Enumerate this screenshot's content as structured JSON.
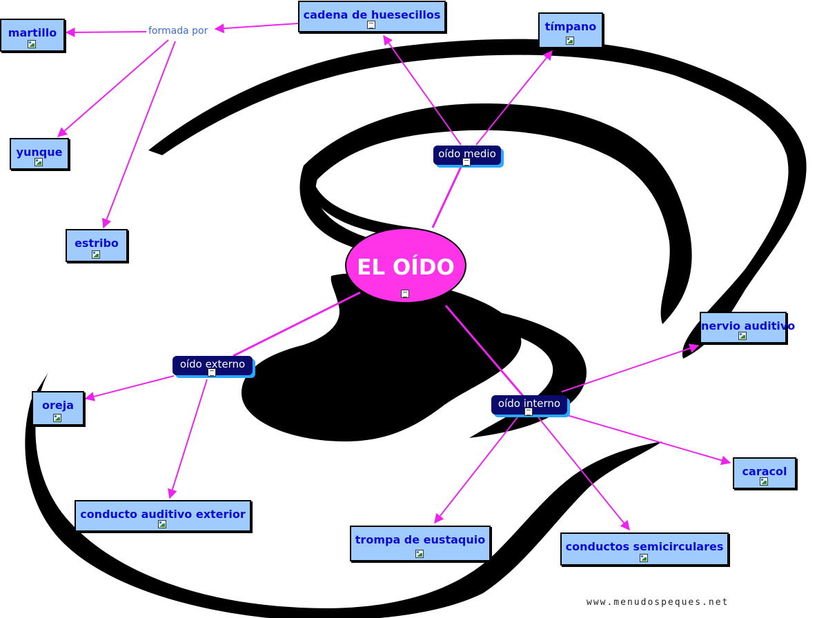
{
  "colors": {
    "concept_fill": "#9fcbff",
    "concept_text": "#0a0ad8",
    "subconcept_fill": "#0b0b6e",
    "subconcept_shadow": "#2aa7ff",
    "root_fill": "#ff33e8",
    "link_line": "#ee22ee",
    "linking_phrase": "#3b6ad6",
    "ear_art": "#000000"
  },
  "root": {
    "label": "EL OÍDO",
    "icon": "document-icon"
  },
  "subconcepts": {
    "medio": {
      "label": "oído medio",
      "icon": "document-icon"
    },
    "externo": {
      "label": "oído externo",
      "icon": "document-icon"
    },
    "interno": {
      "label": "oído interno",
      "icon": "document-icon"
    }
  },
  "concepts": {
    "martillo": {
      "label": "martillo",
      "icon": "image-icon"
    },
    "yunque": {
      "label": "yunque",
      "icon": "image-icon"
    },
    "estribo": {
      "label": "estribo",
      "icon": "image-icon"
    },
    "cadena": {
      "label": "cadena de huesecillos",
      "icon": "document-icon"
    },
    "timpano": {
      "label": "tímpano",
      "icon": "image-icon"
    },
    "oreja": {
      "label": "oreja",
      "icon": "image-icon"
    },
    "conducto": {
      "label": "conducto auditivo exterior",
      "icon": "image-icon"
    },
    "nervio": {
      "label": "nervio auditivo",
      "icon": "image-icon"
    },
    "caracol": {
      "label": "caracol",
      "icon": "image-icon"
    },
    "trompa": {
      "label": "trompa de eustaquio",
      "icon": "image-icon"
    },
    "semicirculares": {
      "label": "conductos semicirculares",
      "icon": "image-icon"
    }
  },
  "linking_phrases": {
    "formada_por": "formada por"
  },
  "watermark": "www.menudospeques.net"
}
